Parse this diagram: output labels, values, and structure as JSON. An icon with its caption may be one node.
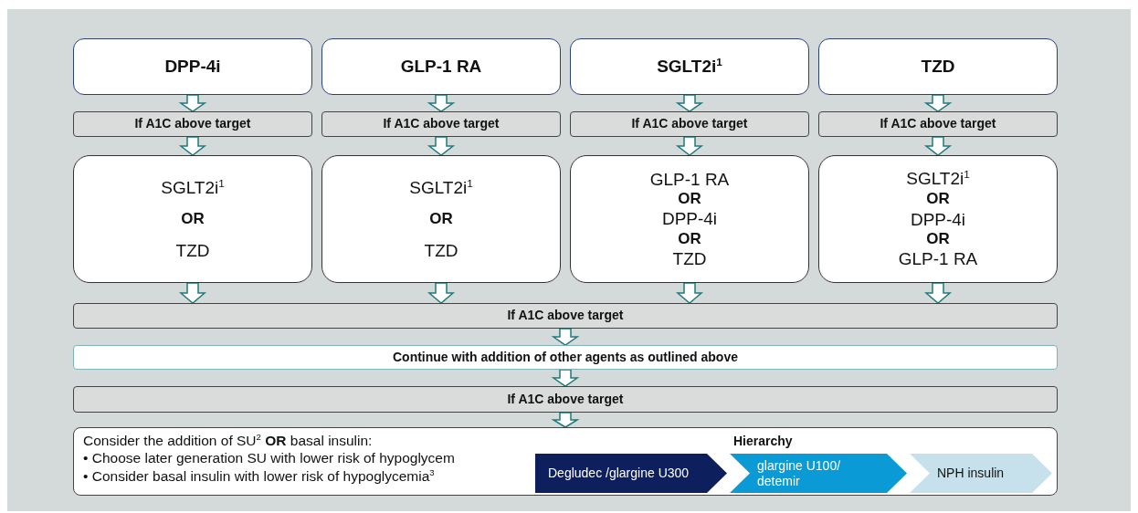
{
  "diagram": {
    "nodes": [
      {
        "text": [
          "DPP-4i"
        ]
      },
      {
        "text": [
          "GLP-1 RA"
        ]
      },
      {
        "text": [
          "SGLT2i$^{1}$"
        ]
      },
      {
        "text": [
          "TZD"
        ]
      },
      {
        "text": [
          "If A1C above target"
        ]
      },
      {
        "text": [
          "If A1C above target"
        ]
      },
      {
        "text": [
          "If A1C above target"
        ]
      },
      {
        "text": [
          "If A1C above target"
        ]
      },
      {
        "text": [
          "SGLT2i$^{1}$",
          "OR",
          "TZD"
        ]
      },
      {
        "text": [
          "SGLT2i$^{1}$",
          "OR",
          "TZD"
        ]
      },
      {
        "text": [
          "GLP-1 RA",
          "OR",
          "DPP-4i",
          "OR",
          "TZD"
        ]
      },
      {
        "text": [
          "SGLT2i$^{1}$",
          "OR",
          "DPP-4i",
          "OR",
          "GLP-1 RA"
        ]
      },
      {
        "text": [
          "If A1C above target"
        ]
      },
      {
        "text": [
          "Continue with addition of other agents as outlined above"
        ]
      },
      {
        "text": [
          "If A1C above target"
        ]
      },
      {
        "text": [
          "Consider the addition of SU$^{2}$ **OR** basal insulin:",
          "• Choose later generation SU with lower risk of hypoglycem",
          "• Consider basal insulin with lower risk of hypoglycemia$^{3}$",
          "Hierarchy"
        ]
      },
      {
        "text": [
          "Degludec /glargine U300"
        ],
        "in": 15
      },
      {
        "text": [
          "glargine U100/ detemir"
        ],
        "in": 15
      },
      {
        "text": [
          "NPH insulin"
        ],
        "in": 15
      }
    ],
    "edges": [
      {
        "from": 0,
        "to": 4,
        "arrow": "to"
      },
      {
        "from": 1,
        "to": 5,
        "arrow": "to"
      },
      {
        "from": 2,
        "to": 6,
        "arrow": "to"
      },
      {
        "from": 3,
        "to": 7,
        "arrow": "to"
      },
      {
        "from": 4,
        "to": 8,
        "arrow": "to"
      },
      {
        "from": 5,
        "to": 9,
        "arrow": "to"
      },
      {
        "from": 6,
        "to": 10,
        "arrow": "to"
      },
      {
        "from": 7,
        "to": 11,
        "arrow": "to"
      },
      {
        "from": 8,
        "to": 12,
        "arrow": "to"
      },
      {
        "from": 9,
        "to": 12,
        "arrow": "to"
      },
      {
        "from": 10,
        "to": 12,
        "arrow": "to"
      },
      {
        "from": 11,
        "to": 12,
        "arrow": "to"
      },
      {
        "from": 12,
        "to": 13,
        "arrow": "to"
      },
      {
        "from": 13,
        "to": 14,
        "arrow": "to"
      },
      {
        "from": 14,
        "to": 15,
        "arrow": "to"
      }
    ]
  }
}
